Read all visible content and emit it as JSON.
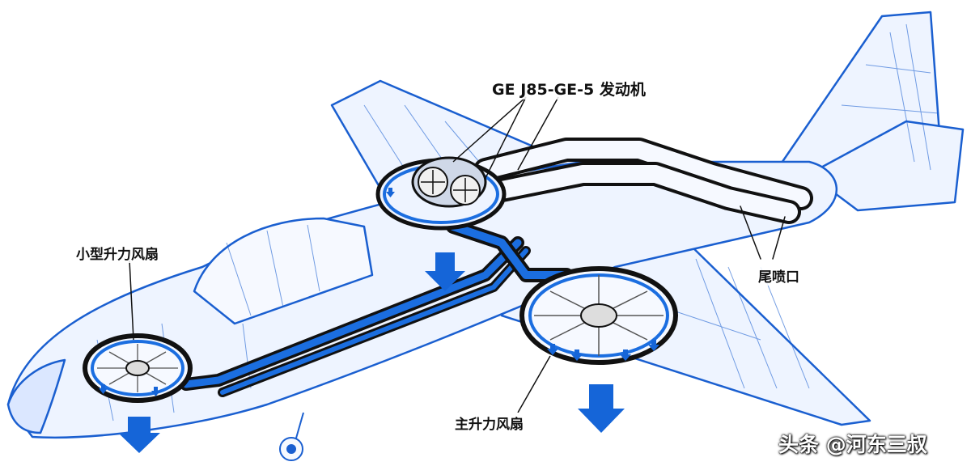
{
  "labels": {
    "engine": "GE J85-GE-5 发动机",
    "small_fan": "小型升力风扇",
    "tail_nozzle": "尾喷口",
    "main_fan": "主升力风扇"
  },
  "watermark": "头条 @河东三叔",
  "colors": {
    "airframe_outline": "#1a5fd0",
    "airframe_fill": "#eef4ff",
    "duct_blue": "#1b6ee0",
    "ink": "#111111",
    "arrow_blue": "#1565d8"
  }
}
